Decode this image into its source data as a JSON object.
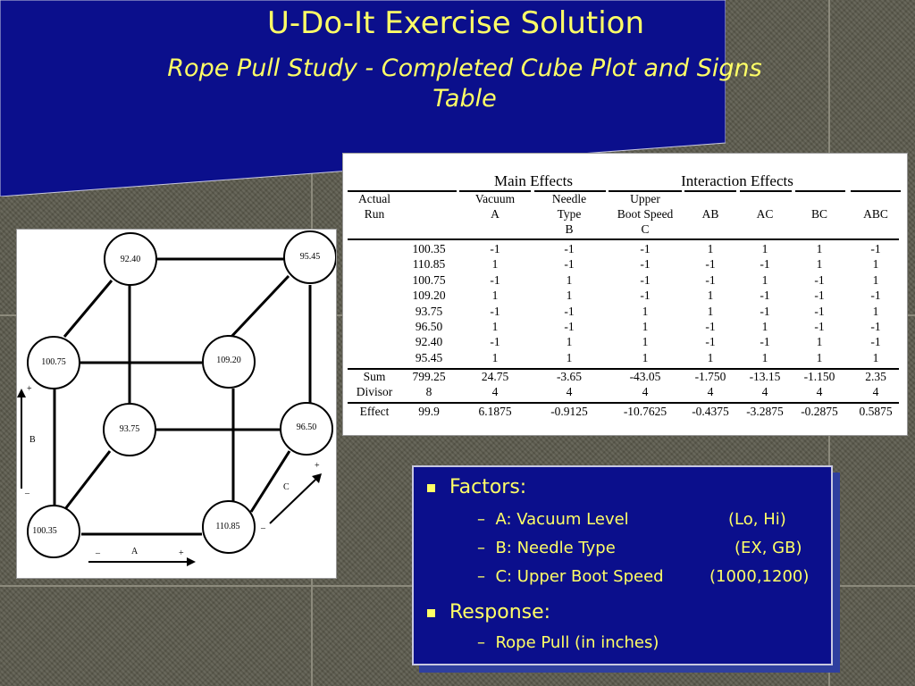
{
  "title": "U-Do-It Exercise Solution",
  "subtitle_line1": "Rope Pull Study - Completed Cube Plot and Signs",
  "subtitle_line2": "Table",
  "colors": {
    "title_panel": "#0b0f8c",
    "title_text": "#ffff66",
    "factors_panel": "#0b0f8c",
    "background": "#5b5a4c"
  },
  "cube": {
    "nodes": {
      "front_bottom_left": "100.35",
      "front_bottom_right": "110.85",
      "front_top_left": "100.75",
      "front_top_right": "109.20",
      "back_bottom_left": "93.75",
      "back_bottom_right": "96.50",
      "back_top_left": "92.40",
      "back_top_right": "95.45"
    },
    "axes": {
      "a_label": "A",
      "a_minus": "–",
      "a_plus": "+",
      "b_label": "B",
      "b_minus": "–",
      "b_plus": "+",
      "c_label": "C",
      "c_minus": "–",
      "c_plus": "+"
    }
  },
  "table": {
    "group_main": "Main Effects",
    "group_interaction": "Interaction Effects",
    "headers": {
      "actual_run_1": "Actual",
      "actual_run_2": "Run",
      "vacuum_1": "Vacuum",
      "vacuum_2": "A",
      "needle_1": "Needle",
      "needle_2": "Type",
      "needle_3": "B",
      "boot_1": "Upper",
      "boot_2": "Boot Speed",
      "boot_3": "C",
      "ab": "AB",
      "ac": "AC",
      "bc": "BC",
      "abc": "ABC"
    },
    "rows": [
      [
        "100.35",
        "-1",
        "-1",
        "-1",
        "1",
        "1",
        "1",
        "-1"
      ],
      [
        "110.85",
        "1",
        "-1",
        "-1",
        "-1",
        "-1",
        "1",
        "1"
      ],
      [
        "100.75",
        "-1",
        "1",
        "-1",
        "-1",
        "1",
        "-1",
        "1"
      ],
      [
        "109.20",
        "1",
        "1",
        "-1",
        "1",
        "-1",
        "-1",
        "-1"
      ],
      [
        "93.75",
        "-1",
        "-1",
        "1",
        "1",
        "-1",
        "-1",
        "1"
      ],
      [
        "96.50",
        "1",
        "-1",
        "1",
        "-1",
        "1",
        "-1",
        "-1"
      ],
      [
        "92.40",
        "-1",
        "1",
        "1",
        "-1",
        "-1",
        "1",
        "-1"
      ],
      [
        "95.45",
        "1",
        "1",
        "1",
        "1",
        "1",
        "1",
        "1"
      ]
    ],
    "sum": {
      "label": "Sum",
      "values": [
        "799.25",
        "24.75",
        "-3.65",
        "-43.05",
        "-1.750",
        "-13.15",
        "-1.150",
        "2.35"
      ]
    },
    "divisor": {
      "label": "Divisor",
      "values": [
        "8",
        "4",
        "4",
        "4",
        "4",
        "4",
        "4",
        "4"
      ]
    },
    "effect": {
      "label": "Effect",
      "values": [
        "99.9",
        "6.1875",
        "-0.9125",
        "-10.7625",
        "-0.4375",
        "-3.2875",
        "-0.2875",
        "0.5875"
      ]
    }
  },
  "factors": {
    "heading": "Factors:",
    "items": [
      {
        "name": "A: Vacuum Level",
        "levels": "(Lo, Hi)"
      },
      {
        "name": "B:  Needle Type",
        "levels": "(EX, GB)"
      },
      {
        "name": "C:  Upper Boot Speed",
        "levels": "(1000,1200)"
      }
    ],
    "response_heading": "Response:",
    "response_item": "Rope Pull (in inches)",
    "dash": "–"
  }
}
